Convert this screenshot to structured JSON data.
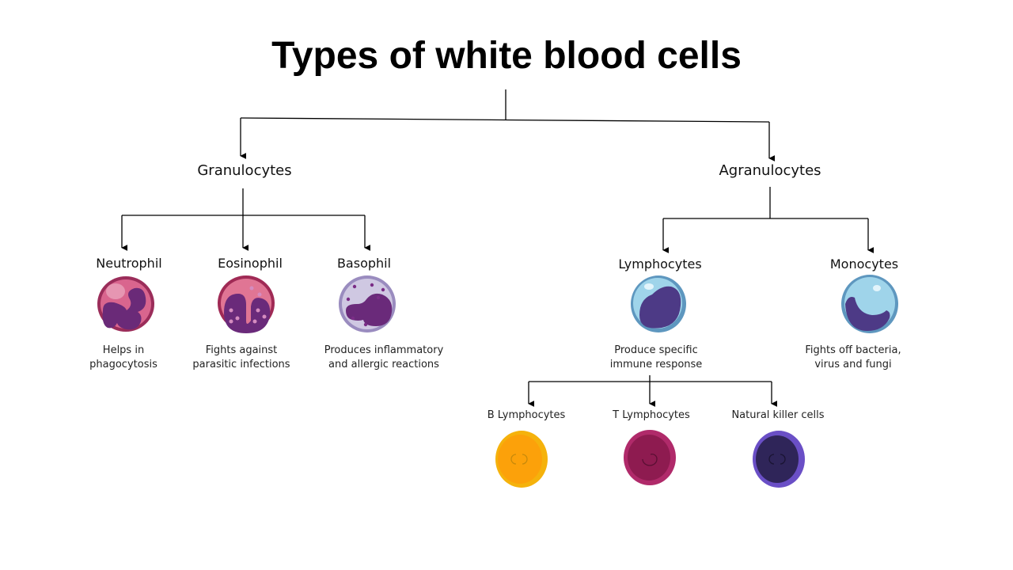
{
  "title": "Types of white blood cells",
  "granulocytes": {
    "label": "Granulocytes",
    "children": [
      {
        "name": "Neutrophil",
        "desc": [
          "Helps in",
          "phagocytosis"
        ]
      },
      {
        "name": "Eosinophil",
        "desc": [
          "Fights against",
          "parasitic infections"
        ]
      },
      {
        "name": "Basophil",
        "desc": [
          "Produces inflammatory",
          "and allergic reactions"
        ]
      }
    ]
  },
  "agranulocytes": {
    "label": "Agranulocytes",
    "children": [
      {
        "name": "Lymphocytes",
        "desc": [
          "Produce specific",
          "immune response"
        ]
      },
      {
        "name": "Monocytes",
        "desc": [
          "Fights off bacteria,",
          "virus and fungi"
        ]
      }
    ]
  },
  "lymphocyte_types": [
    {
      "name": "B Lymphocytes"
    },
    {
      "name": "T Lymphocytes"
    },
    {
      "name": "Natural killer cells"
    }
  ]
}
